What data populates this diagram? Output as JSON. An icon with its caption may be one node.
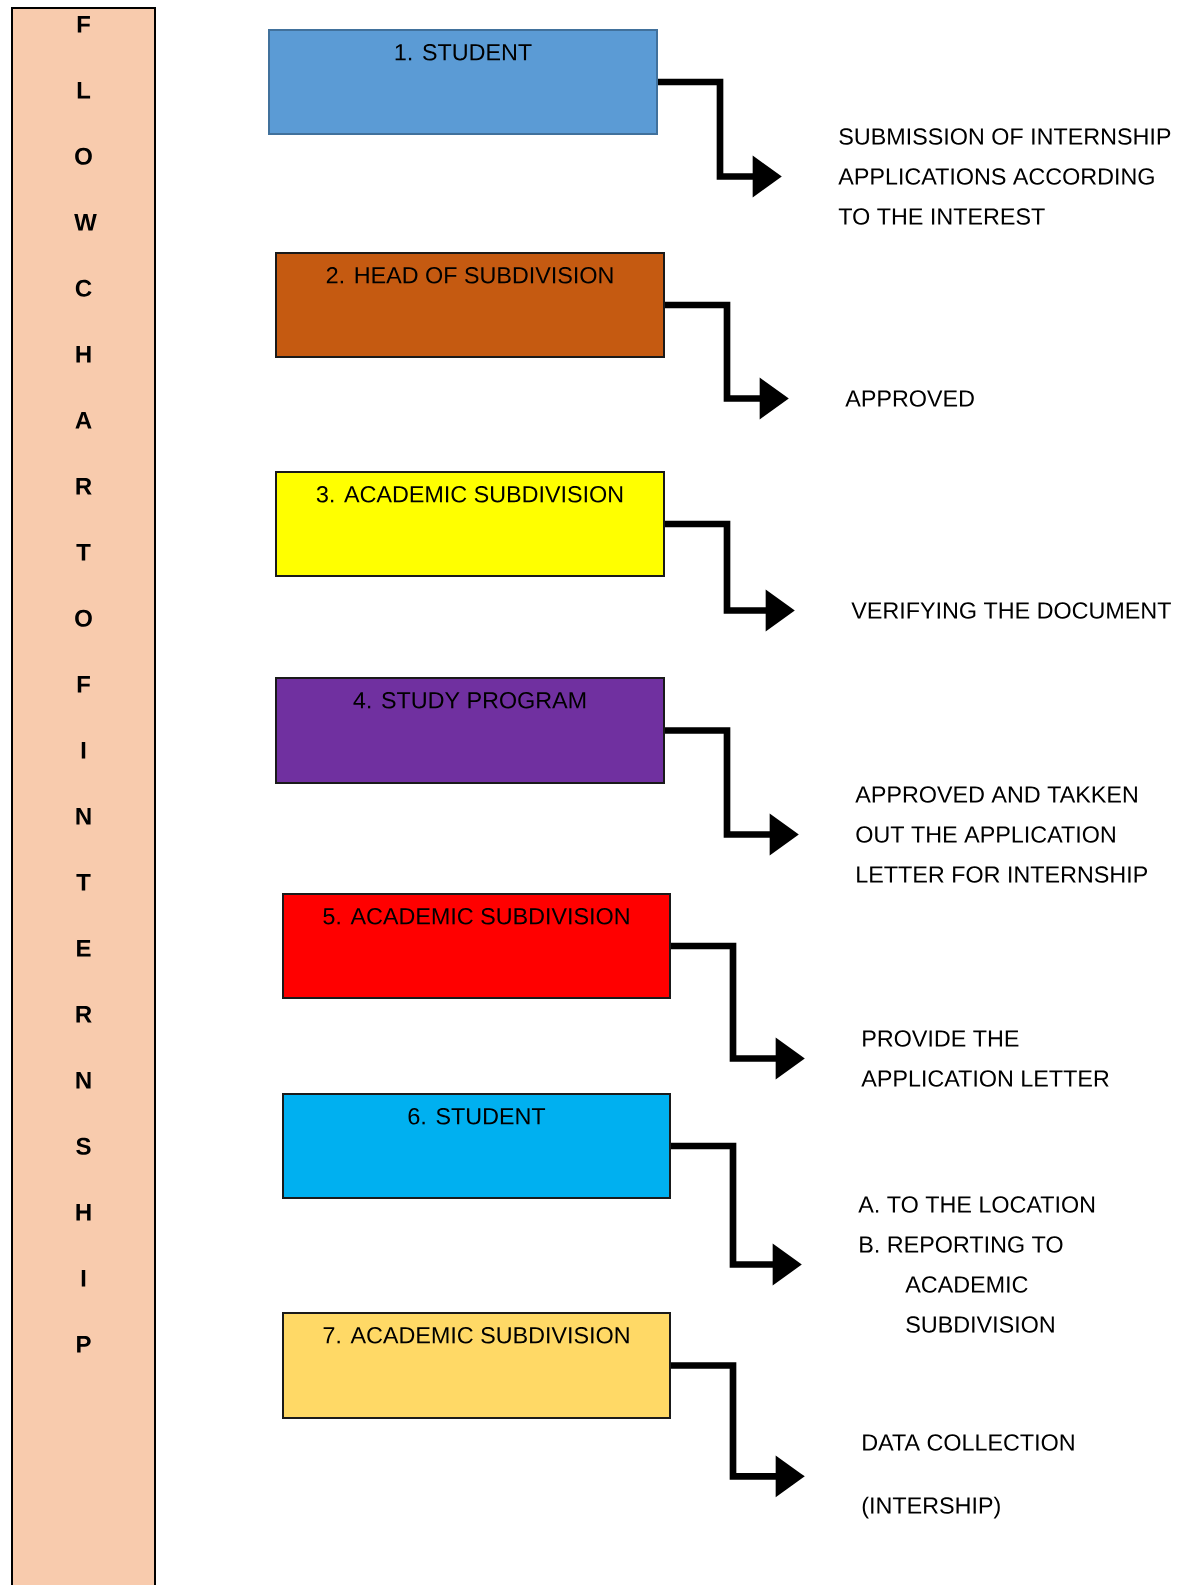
{
  "diagram": {
    "nodes": [
      {
        "text": [
          "FLOWCHART OF INTERNSHIP"
        ]
      },
      {
        "text": [
          "1. STUDENT"
        ]
      },
      {
        "text": [
          "2. HEAD OF SUBDIVISION"
        ]
      },
      {
        "text": [
          "3. ACADEMIC SUBDIVISION"
        ]
      },
      {
        "text": [
          "4. STUDY PROGRAM"
        ]
      },
      {
        "text": [
          "5. ACADEMIC SUBDIVISION"
        ]
      },
      {
        "text": [
          "6. STUDENT"
        ]
      },
      {
        "text": [
          "7. ACADEMIC SUBDIVISION"
        ]
      },
      {
        "text": [
          "SUBMISSION OF INTERNSHIP APPLICATIONS ACCORDING TO THE INTEREST"
        ]
      },
      {
        "text": [
          "APPROVED"
        ]
      },
      {
        "text": [
          "VERIFYING THE DOCUMENT"
        ]
      },
      {
        "text": [
          "APPROVED AND TAKKEN OUT THE APPLICATION LETTER FOR INTERNSHIP"
        ]
      },
      {
        "text": [
          "PROVIDE THE APPLICATION LETTER"
        ]
      },
      {
        "text": [
          "A. TO THE LOCATION",
          "B. REPORTING TO ACADEMIC SUBDIVISION"
        ]
      },
      {
        "text": [
          "DATA COLLECTION",
          "(INTERSHIP)"
        ]
      }
    ],
    "edges": [
      {
        "from": 1,
        "to": 8,
        "arrow": "to"
      },
      {
        "from": 2,
        "to": 9,
        "arrow": "to"
      },
      {
        "from": 3,
        "to": 10,
        "arrow": "to"
      },
      {
        "from": 4,
        "to": 11,
        "arrow": "to"
      },
      {
        "from": 5,
        "to": 12,
        "arrow": "to"
      },
      {
        "from": 6,
        "to": 13,
        "arrow": "to"
      },
      {
        "from": 7,
        "to": 14,
        "arrow": "to"
      }
    ]
  }
}
